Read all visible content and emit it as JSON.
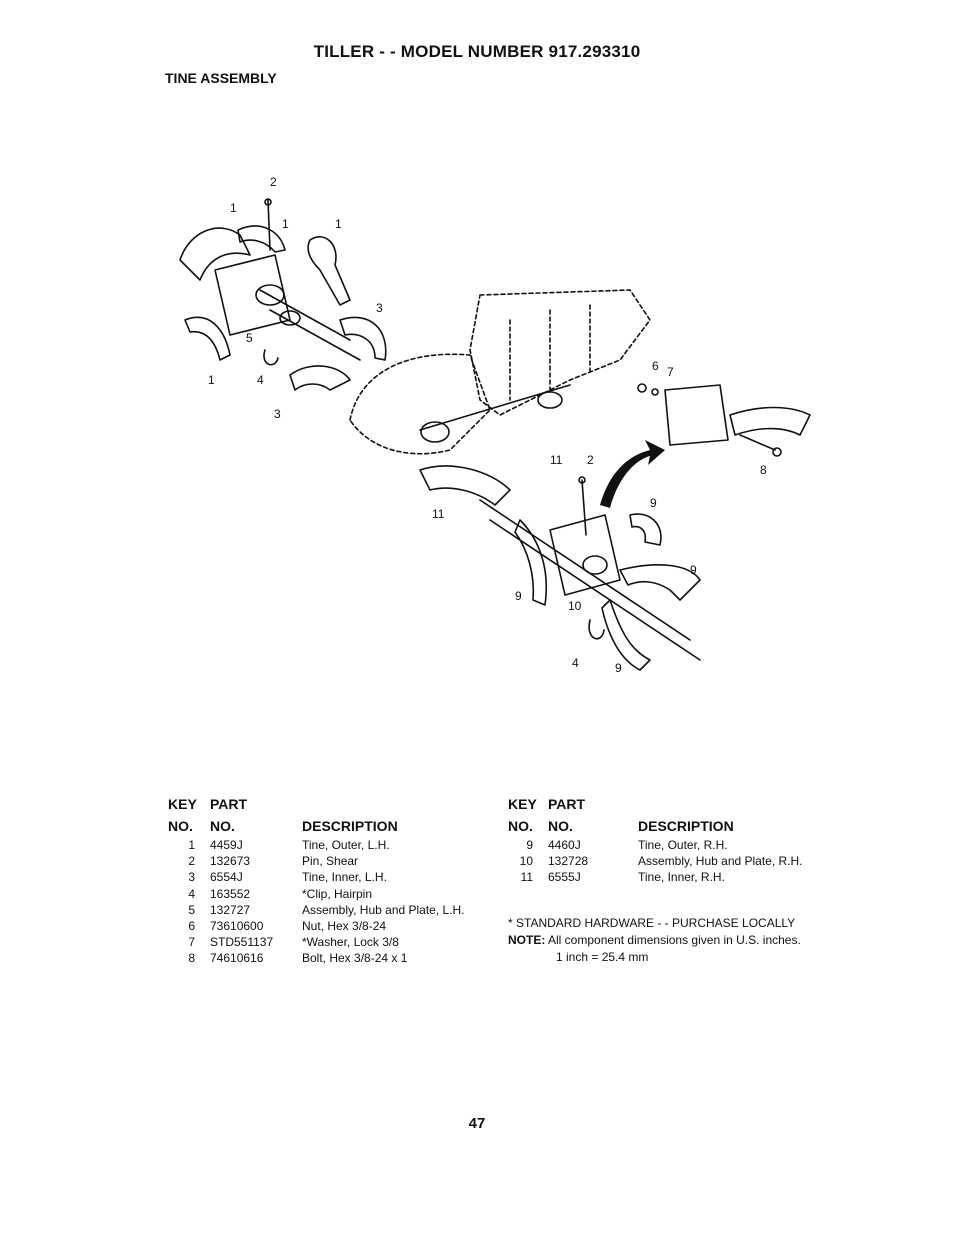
{
  "header": {
    "title": "TILLER - - MODEL NUMBER 917.293310",
    "section": "TINE ASSEMBLY"
  },
  "diagram": {
    "callouts": [
      "1",
      "2",
      "1",
      "1",
      "3",
      "5",
      "1",
      "4",
      "3",
      "6",
      "7",
      "8",
      "11",
      "2",
      "11",
      "9",
      "9",
      "9",
      "10",
      "4",
      "9"
    ]
  },
  "parts_table": {
    "headers": {
      "key_top": "KEY",
      "part_top": "PART",
      "key_bottom": "NO.",
      "part_bottom": "NO.",
      "description": "DESCRIPTION"
    },
    "left_rows": [
      {
        "key": "1",
        "part": "4459J",
        "description": "Tine, Outer, L.H."
      },
      {
        "key": "2",
        "part": "132673",
        "description": "Pin, Shear"
      },
      {
        "key": "3",
        "part": "6554J",
        "description": "Tine, Inner, L.H."
      },
      {
        "key": "4",
        "part": "163552",
        "description": "*Clip, Hairpin"
      },
      {
        "key": "5",
        "part": "132727",
        "description": "Assembly, Hub and Plate, L.H."
      },
      {
        "key": "6",
        "part": "73610600",
        "description": "Nut, Hex 3/8-24"
      },
      {
        "key": "7",
        "part": "STD551137",
        "description": "*Washer, Lock 3/8"
      },
      {
        "key": "8",
        "part": "74610616",
        "description": "Bolt, Hex 3/8-24 x 1"
      }
    ],
    "right_rows": [
      {
        "key": "9",
        "part": "4460J",
        "description": "Tine, Outer, R.H."
      },
      {
        "key": "10",
        "part": "132728",
        "description": "Assembly, Hub and Plate, R.H."
      },
      {
        "key": "11",
        "part": "6555J",
        "description": "Tine, Inner, R.H."
      }
    ]
  },
  "footnotes": {
    "standard_hardware": "* STANDARD HARDWARE - - PURCHASE LOCALLY",
    "note_label": "NOTE:",
    "note_text": "All component dimensions given in U.S. inches.",
    "conversion": "1 inch = 25.4 mm"
  },
  "page_number": "47"
}
